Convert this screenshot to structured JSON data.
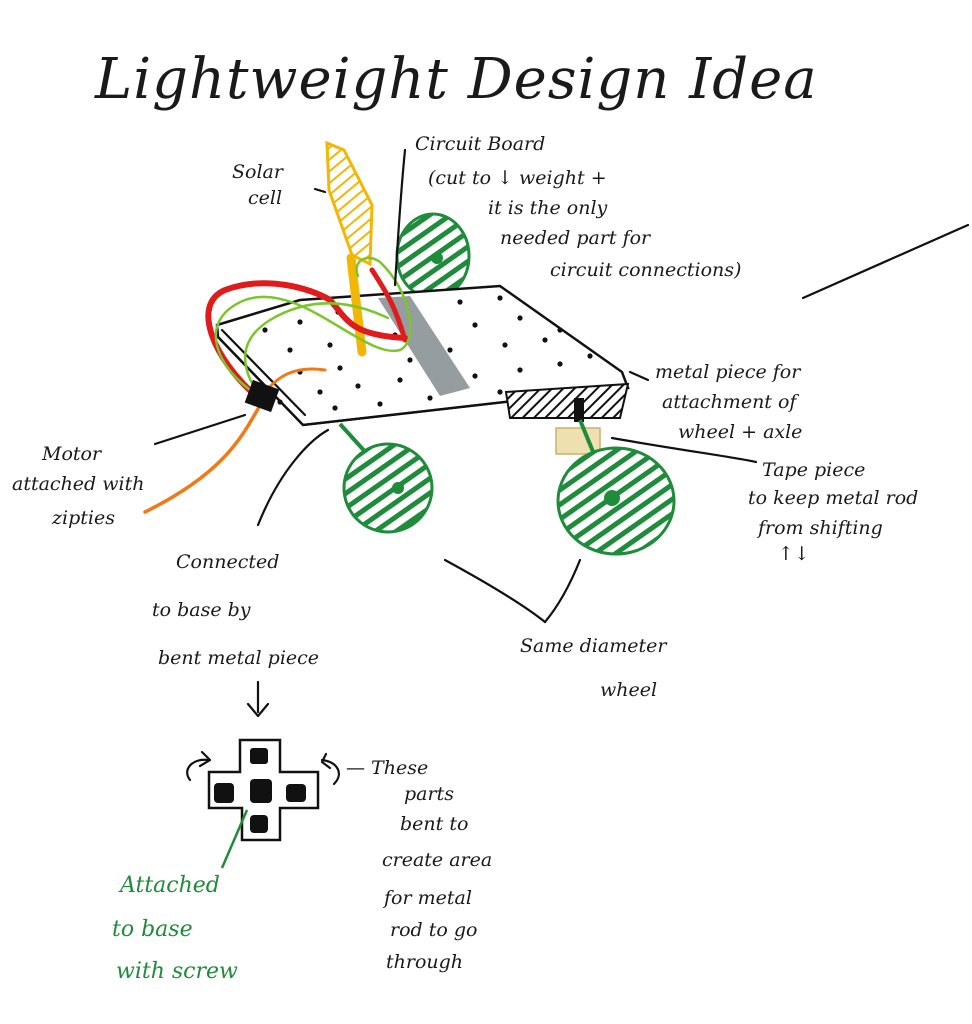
{
  "title": "Lightweight Design Idea",
  "labels": {
    "solar_cell": [
      "Solar",
      "cell"
    ],
    "circuit_board": [
      "Circuit Board",
      "(cut to ↓ weight +",
      "it is the only",
      "needed part for",
      "circuit connections)"
    ],
    "metal_piece": [
      "metal piece for",
      "attachment of",
      "wheel + axle"
    ],
    "tape_piece": [
      "Tape piece",
      "to keep metal rod",
      "from shifting",
      "↑↓"
    ],
    "motor": [
      "Motor",
      "attached with",
      "zipties"
    ],
    "connected": [
      "Connected",
      "to base by",
      "bent metal piece"
    ],
    "same_wheel": [
      "Same diameter",
      "wheel"
    ],
    "bent_parts": [
      "— These",
      "parts",
      "bent to",
      "create area",
      "for metal",
      "rod to go",
      "through"
    ],
    "attached_screw": [
      "Attached",
      "to base",
      "with screw"
    ]
  },
  "colors": {
    "ink": "#111111",
    "solar": "#f2b705",
    "wheel": "#1e8c3a",
    "wire_red": "#e01b1b",
    "wire_green": "#7cc52a",
    "wire_orange": "#f07a1a",
    "circuit_strip": "#8a9296",
    "tape": "#efe0b0"
  }
}
